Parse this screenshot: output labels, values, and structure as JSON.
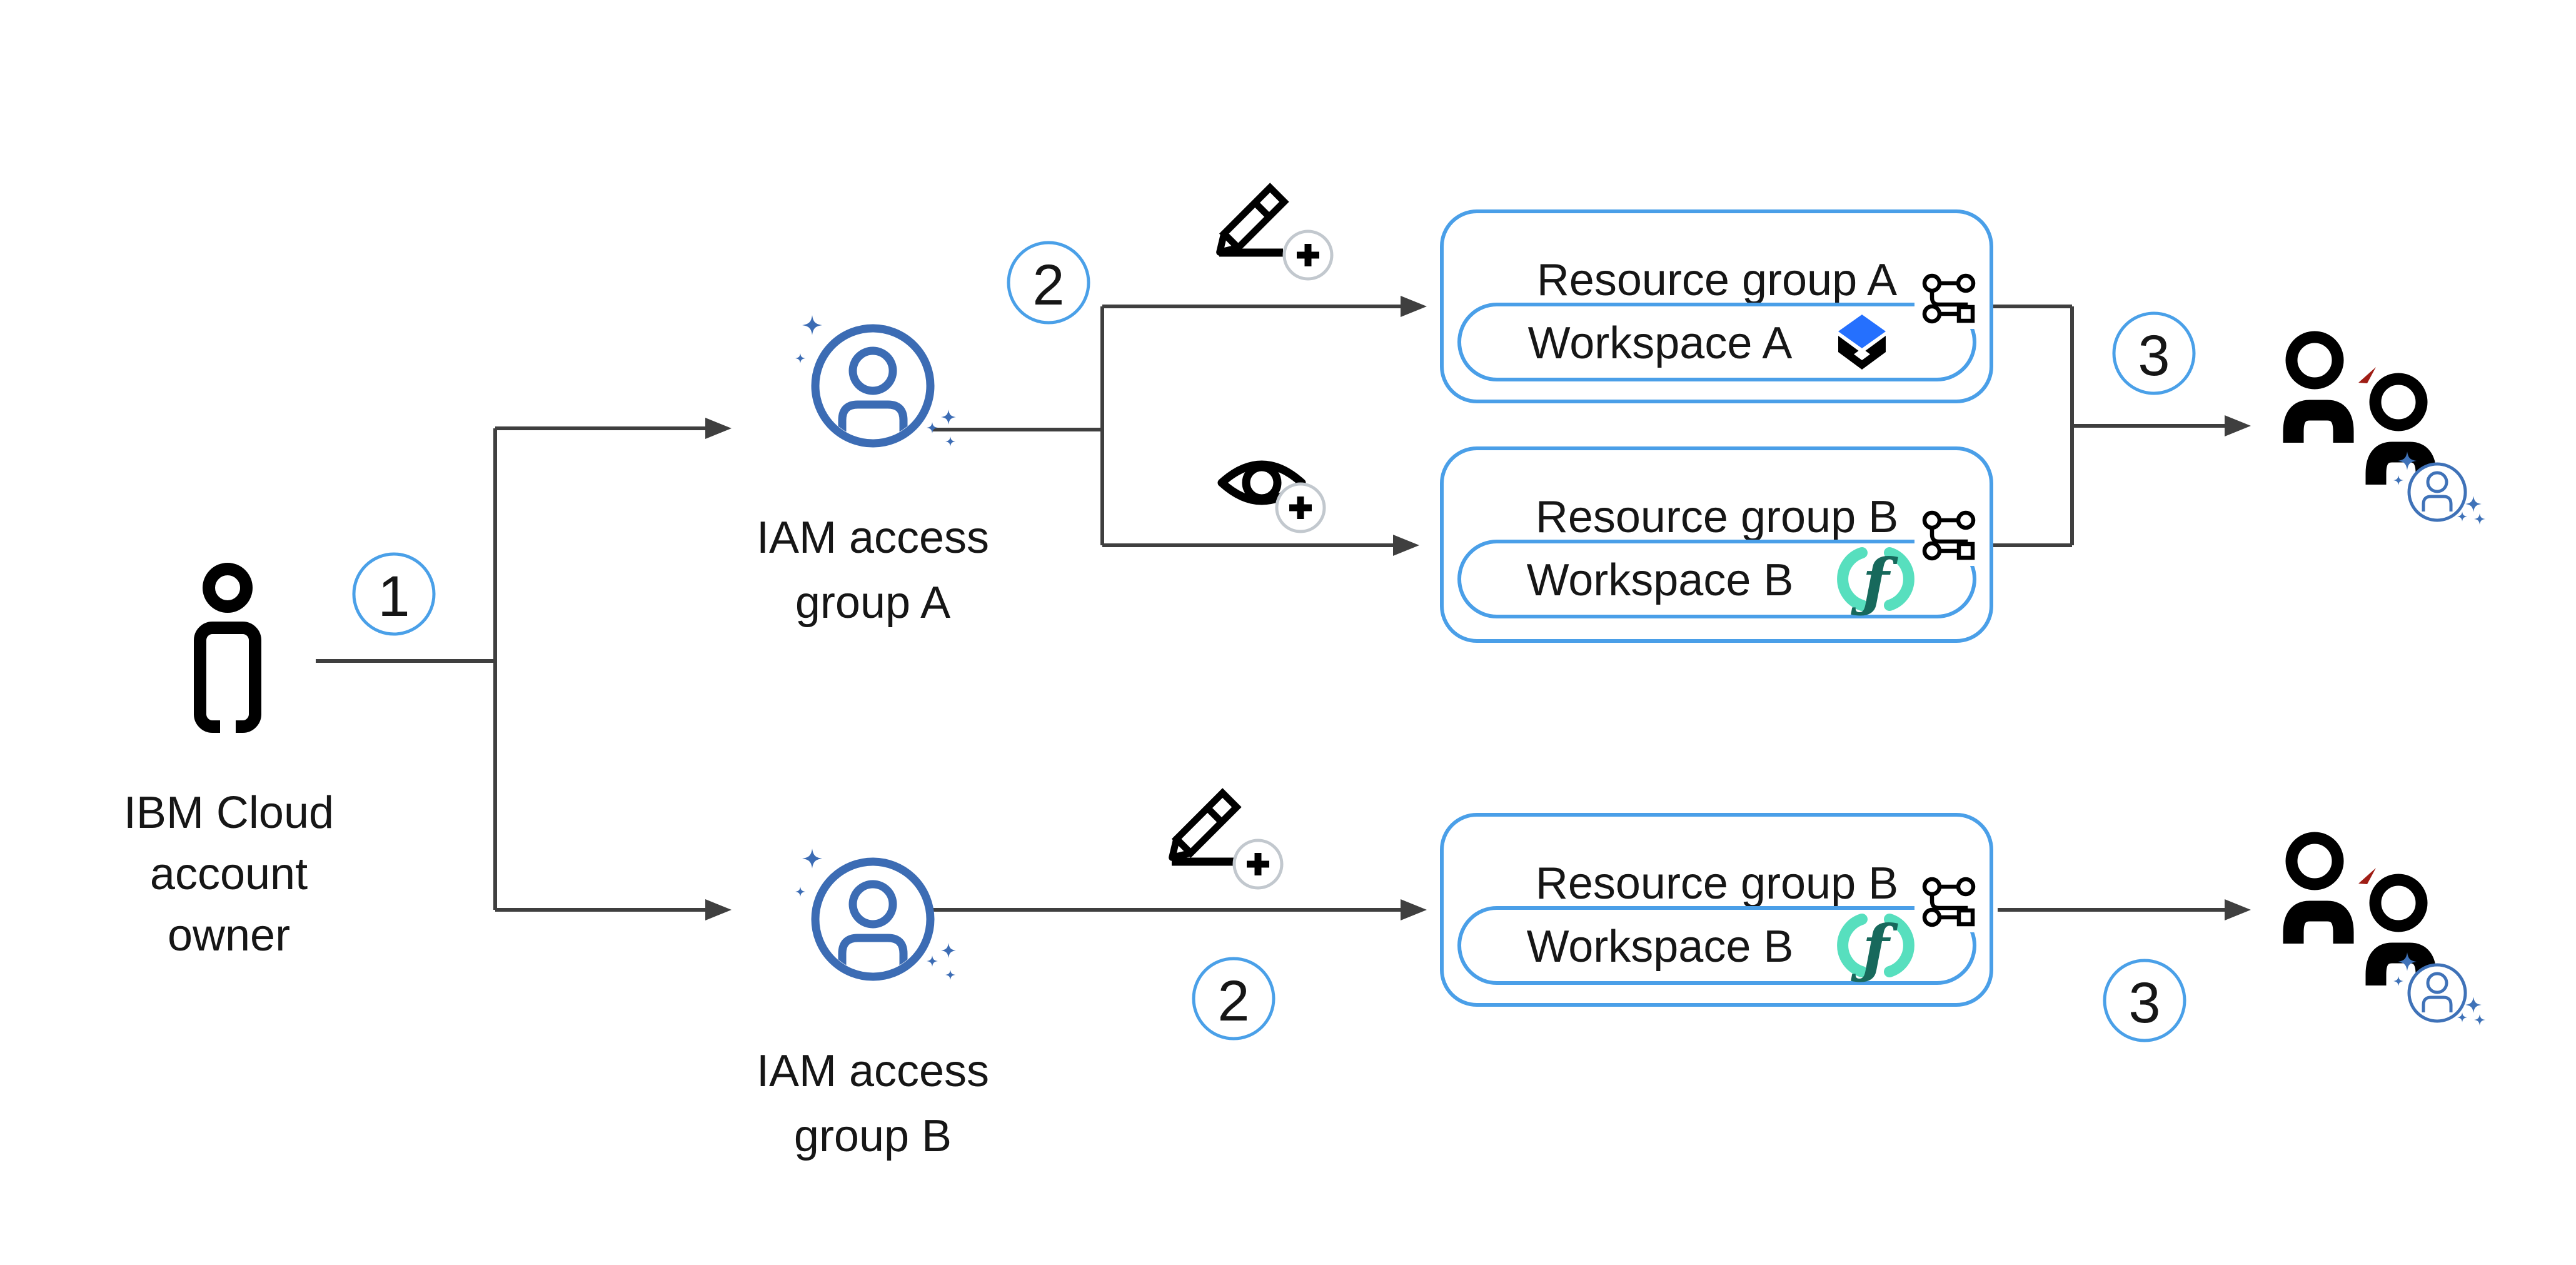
{
  "diagram": {
    "owner": {
      "icon": "user-pictogram-icon",
      "label_lines": [
        "IBM Cloud",
        "account",
        "owner"
      ]
    },
    "steps": {
      "one": "1",
      "two": "2",
      "three": "3"
    },
    "iam_groups": [
      {
        "id": "A",
        "icon": "user-sparkle-icon",
        "label_lines": [
          "IAM access",
          "group A"
        ]
      },
      {
        "id": "B",
        "icon": "user-sparkle-icon",
        "label_lines": [
          "IAM access",
          "group B"
        ]
      }
    ],
    "permission_icons": {
      "edit": "edit-add-icon",
      "view": "view-add-icon"
    },
    "resource_groups": [
      {
        "title": "Resource group A",
        "workspace": {
          "name": "Workspace A",
          "icon": "cube-icon"
        },
        "corner_icon": "pipeline-icon"
      },
      {
        "title": "Resource group B",
        "workspace": {
          "name": "Workspace B",
          "icon": "functions-icon"
        },
        "corner_icon": "pipeline-icon"
      },
      {
        "title": "Resource group B",
        "workspace": {
          "name": "Workspace B",
          "icon": "functions-icon"
        },
        "corner_icon": "pipeline-icon"
      }
    ],
    "user_groups": [
      {
        "icon": "users-sparkle-icon"
      },
      {
        "icon": "users-sparkle-icon"
      }
    ],
    "icons": {
      "functions_glyph": "ƒ"
    },
    "colors": {
      "line": "#3f3f3f",
      "badge_stroke": "#4aa0e8",
      "box_border": "#4a9fe8",
      "iam_blue": "#3c6cb4",
      "people_blue": "#3f72b8",
      "accent_red": "#9f1d15",
      "cube_blue": "#2570fe",
      "functions_teal": "#17695c",
      "functions_mint": "#57dfbe",
      "plus_ring": "#c2c8ce",
      "text": "#161616"
    }
  }
}
